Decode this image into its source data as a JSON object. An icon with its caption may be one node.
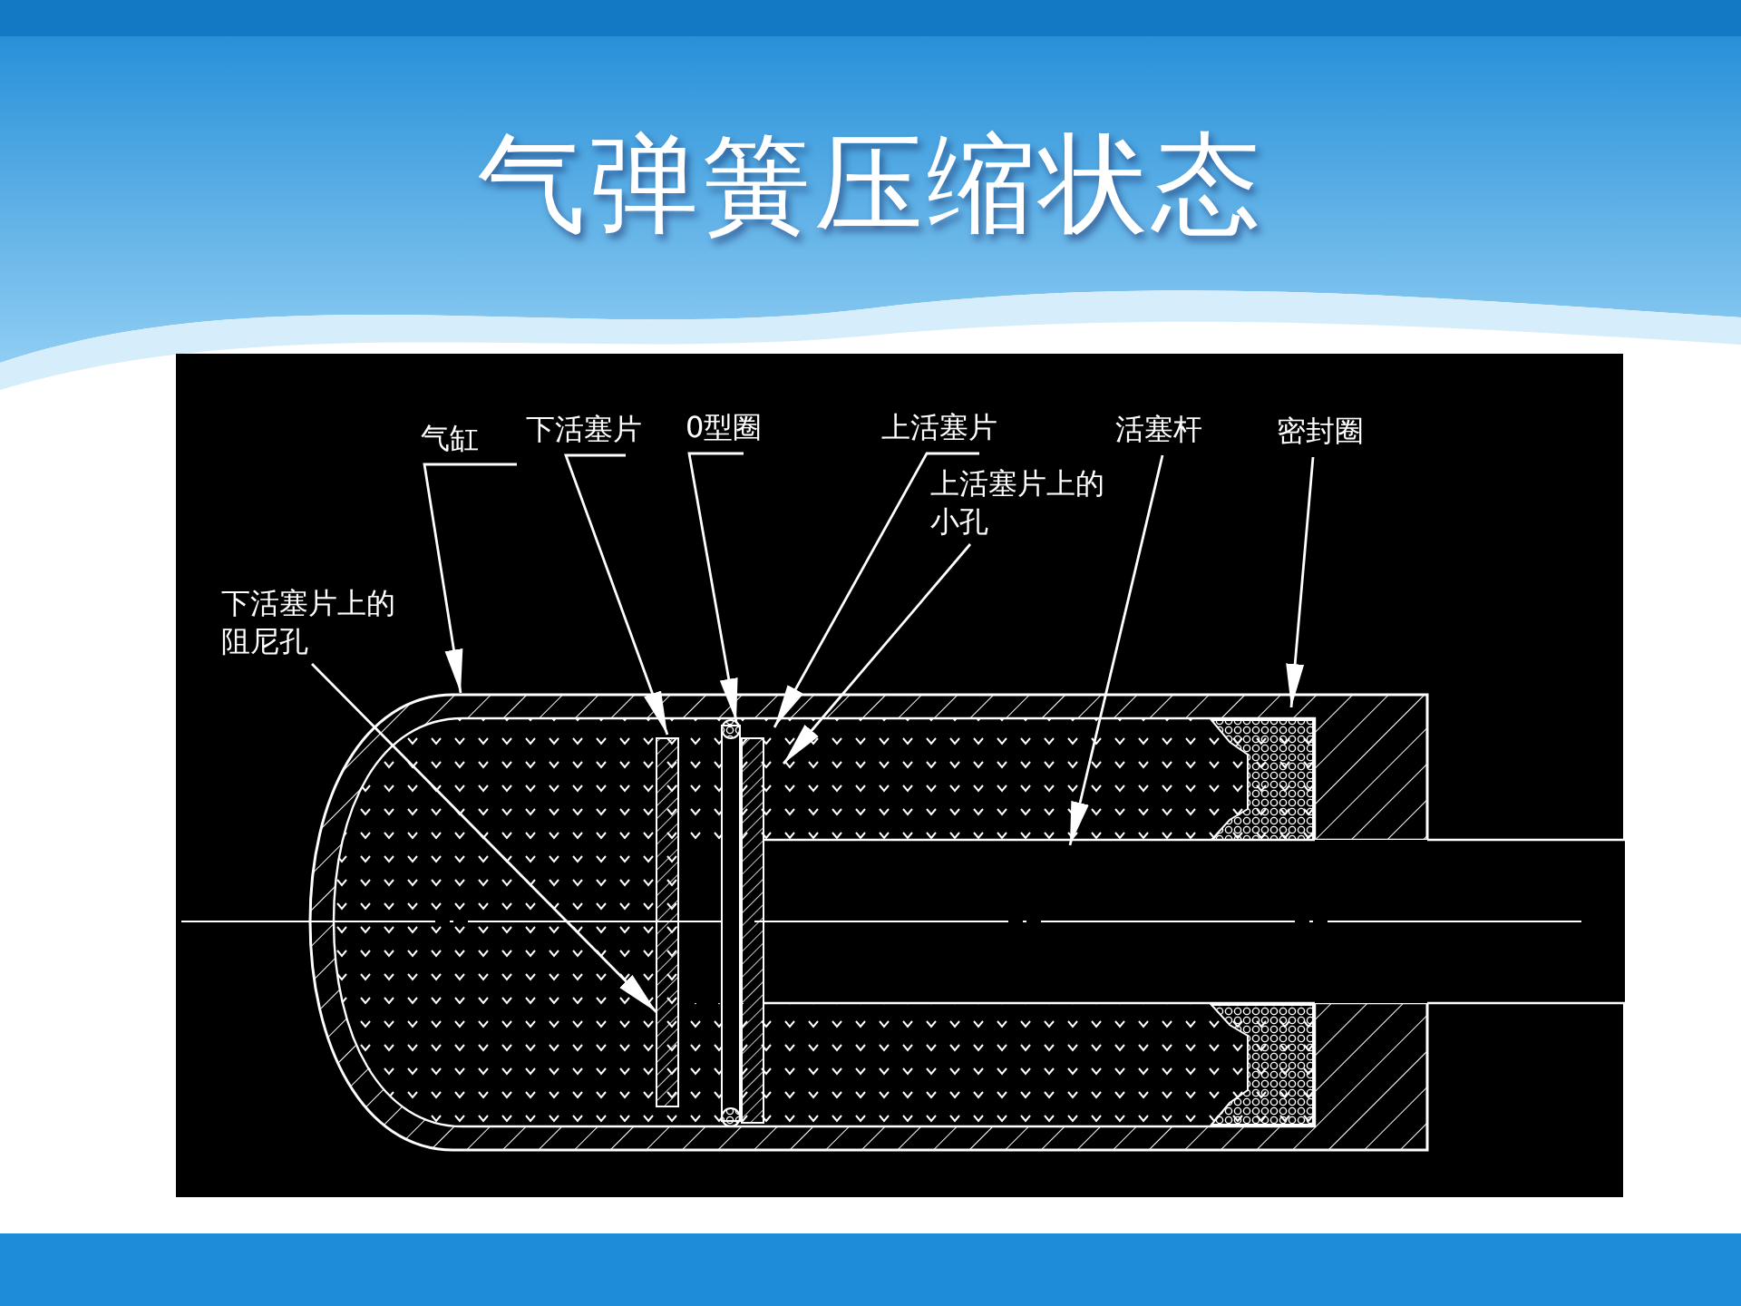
{
  "diagram": {
    "title": "气弹簧压缩状态",
    "nodes": [
      {
        "text": [
          "气缸"
        ]
      },
      {
        "text": [
          "下活塞片"
        ]
      },
      {
        "text": [
          "0型圈"
        ]
      },
      {
        "text": [
          "上活塞片"
        ]
      },
      {
        "text": [
          "上活塞片上的小孔"
        ]
      },
      {
        "text": [
          "活塞杆"
        ]
      },
      {
        "text": [
          "密封圈"
        ]
      },
      {
        "text": [
          "下活塞片上的阻尼孔"
        ]
      }
    ],
    "edges": [
      {
        "from": 0,
        "to": null,
        "arrow": "to"
      },
      {
        "from": 1,
        "to": null,
        "arrow": "to"
      },
      {
        "from": 2,
        "to": null,
        "arrow": "to"
      },
      {
        "from": 3,
        "to": null,
        "arrow": "to"
      },
      {
        "from": 4,
        "to": null,
        "arrow": "to"
      },
      {
        "from": 5,
        "to": null,
        "arrow": "to"
      },
      {
        "from": 6,
        "to": null,
        "arrow": "to"
      },
      {
        "from": 7,
        "to": null,
        "arrow": "to"
      }
    ]
  }
}
